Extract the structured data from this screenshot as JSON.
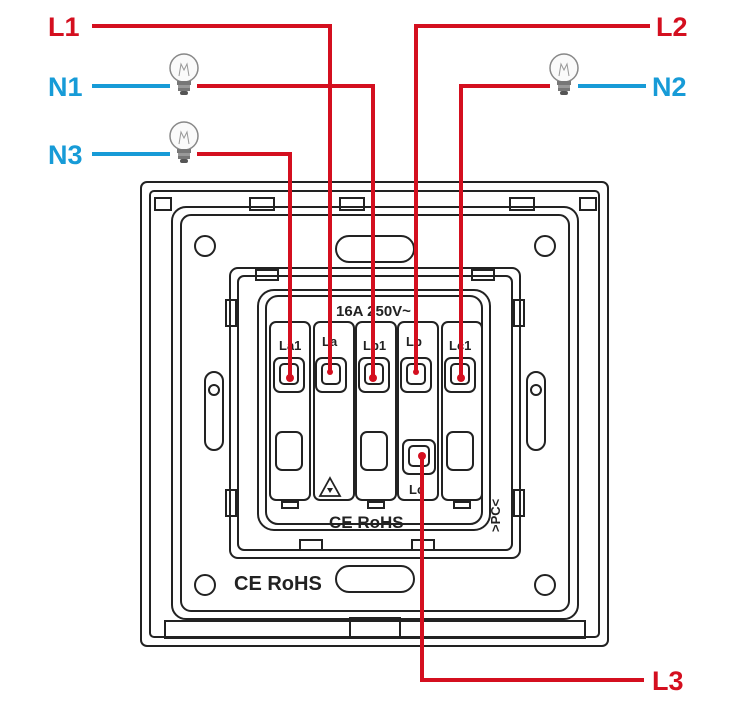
{
  "labels": {
    "L1": "L1",
    "L2": "L2",
    "L3": "L3",
    "N1": "N1",
    "N2": "N2",
    "N3": "N3"
  },
  "terminals": {
    "la1": "La1",
    "la": "La",
    "lb1": "Lb1",
    "lb": "Lb",
    "lc1": "Lc1",
    "lc": "Lc"
  },
  "rating": "16A 250V~",
  "marks": {
    "ce_rohs_module": "CE RoHS",
    "ce_rohs_frame": "CE RoHS",
    "pc": ">PC<"
  },
  "colors": {
    "live_wire": "#d40f1f",
    "neutral_wire": "#179bd7",
    "outline": "#222222"
  },
  "icons": [
    "light-bulb-icon",
    "recycle-icon"
  ]
}
